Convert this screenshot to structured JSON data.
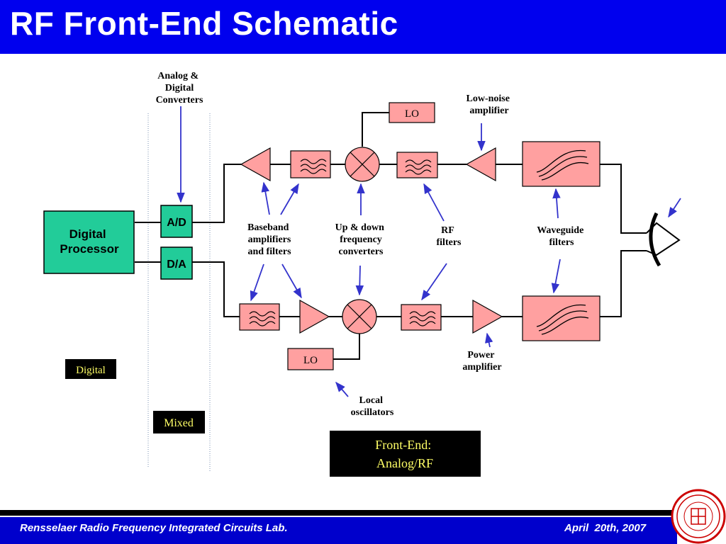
{
  "slide": {
    "title": "RF Front-End Schematic",
    "colors": {
      "title_bar": "#0000ee",
      "block_fill": "#ffa0a0",
      "processor_fill": "#22cc99",
      "arrow": "#3333cc"
    }
  },
  "labels": {
    "adc": "Analog & Digital Converters",
    "lo_top": "LO",
    "lna": "Low-noise amplifier",
    "ad": "A/D",
    "da": "D/A",
    "processor": "Digital Processor",
    "baseband": "Baseband amplifiers and filters",
    "updown": "Up & down frequency converters",
    "rf_filters": "RF filters",
    "waveguide": "Waveguide filters",
    "lo_bottom": "LO",
    "power_amp": "Power amplifier",
    "local_osc": "Local oscillators",
    "digital_tag": "Digital",
    "mixed_tag": "Mixed",
    "frontend": "Front-End: Analog/RF"
  },
  "footer": {
    "left": "Rensselaer Radio Frequency Integrated Circuits Lab.",
    "right": "April  20th, 2007",
    "seal_icon": "rpi-seal-icon"
  }
}
